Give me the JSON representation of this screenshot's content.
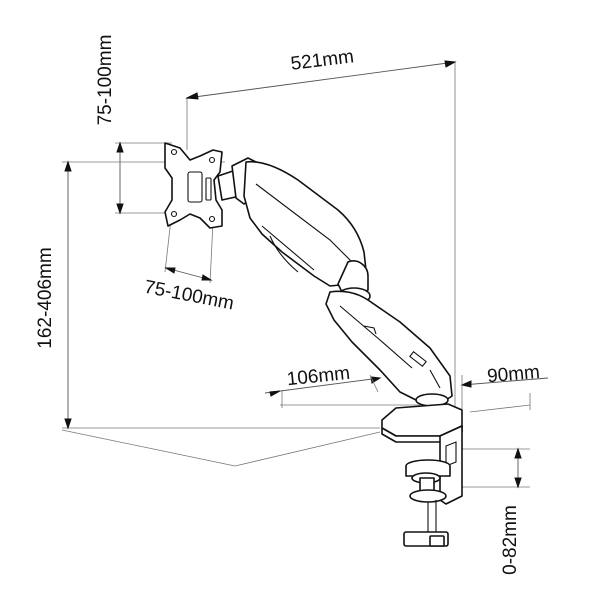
{
  "diagram": {
    "subject": "gas spring monitor arm with desk clamp",
    "labels": {
      "arm_reach": "521mm",
      "vesa_vertical": "75-100mm",
      "vesa_horizontal": "75-100mm",
      "height_range": "162-406mm",
      "base_front": "106mm",
      "base_back": "90mm",
      "clamp_range": "0-82mm"
    },
    "colors": {
      "line": "#111111",
      "dimension": "#555555",
      "background": "#ffffff"
    }
  }
}
